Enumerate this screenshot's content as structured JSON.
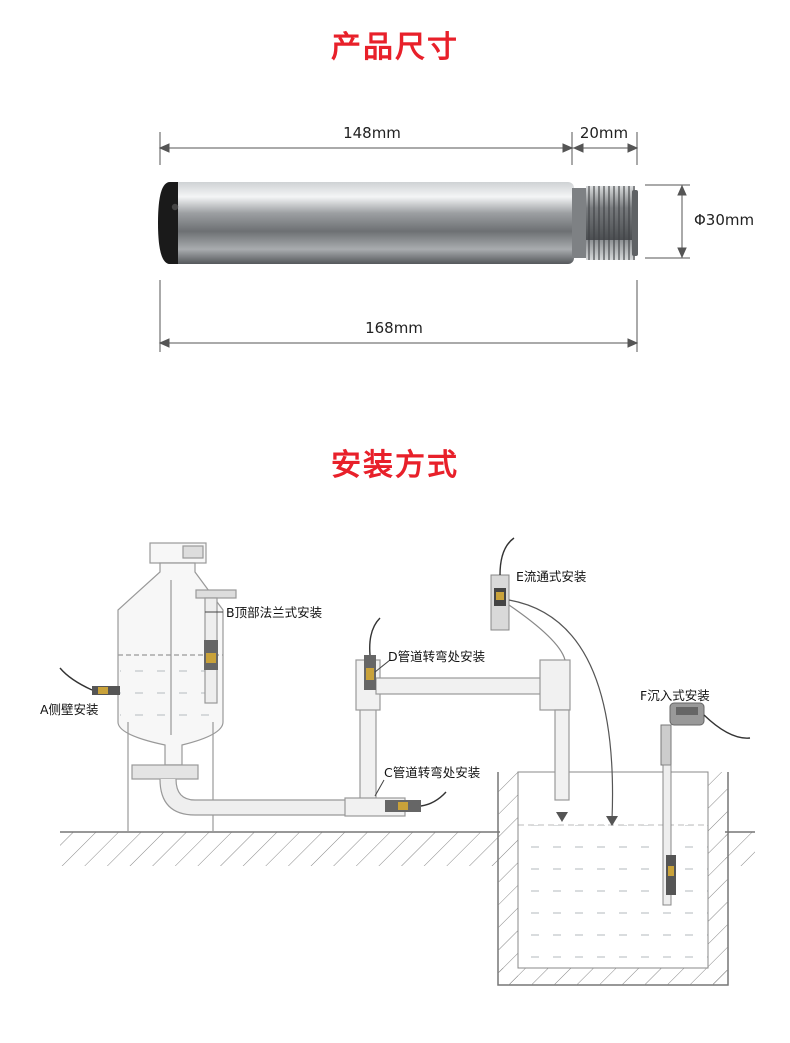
{
  "sections": {
    "product_size": "产品尺寸",
    "installation": "安装方式"
  },
  "dimensions": {
    "body_length": "148mm",
    "thread_length": "20mm",
    "diameter": "Φ30mm",
    "total_length": "168mm"
  },
  "install_labels": {
    "a": "A侧壁安装",
    "b": "B顶部法兰式安装",
    "c": "C管道转弯处安装",
    "d": "D管道转弯处安装",
    "e": "E流通式安装",
    "f": "F沉入式安装"
  }
}
